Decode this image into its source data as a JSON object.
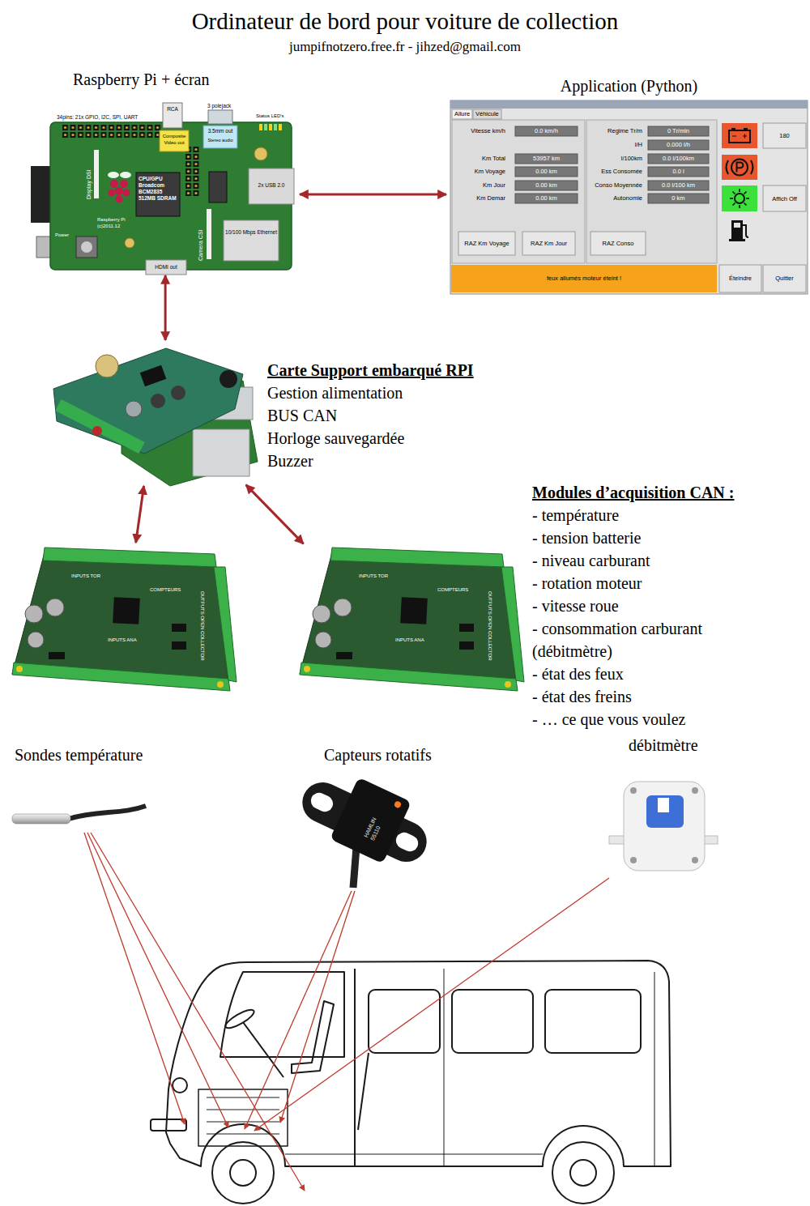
{
  "diagram": {
    "title": "Ordinateur de bord pour voiture de collection",
    "nodes": [
      {
        "text": [
          "Raspberry Pi + écran"
        ]
      },
      {
        "text": [
          "Application (Python)"
        ]
      },
      {
        "text": [
          "Carte Support embarqué RPI",
          "Gestion alimentation",
          "BUS CAN",
          "Horloge sauvegardée",
          "Buzzer"
        ]
      },
      {
        "text": [
          "INPUTS TOR",
          "COMPTEURS",
          "INPUTS ANA",
          "OUTPUTS OPEN COLLECTOR"
        ]
      },
      {
        "text": [
          "INPUTS TOR",
          "COMPTEURS",
          "INPUTS ANA",
          "OUTPUTS OPEN COLLECTOR"
        ]
      },
      {
        "text": [
          "Sondes température"
        ]
      },
      {
        "text": [
          "Capteurs rotatifs",
          "HAMLIN 55110"
        ]
      },
      {
        "text": [
          "débitmètre"
        ]
      }
    ],
    "edges": [
      {
        "from": 0,
        "to": 1,
        "arrow": "both"
      },
      {
        "from": 0,
        "to": 2,
        "arrow": "both"
      },
      {
        "from": 2,
        "to": 3,
        "arrow": "both"
      },
      {
        "from": 2,
        "to": 4,
        "arrow": "both"
      }
    ],
    "labels": [
      "jumpifnotzero.free.fr - jihzed@gmail.com",
      "34pins: 21x GPIO, I2C, SPI, UART",
      "RCA",
      "3 polejack",
      "Status LED's",
      "Composite Video out",
      "3.5mm out",
      "Stereo audio",
      "CPU/GPU Broadcom BCM2835 512MB SDRAM",
      "Raspberry Pi (c)2011.12",
      "Display DSI",
      "Camera CSI",
      "2x USB 2.0",
      "10/100 Mbps Ethernet",
      "HDMI out",
      "Power",
      "Allure",
      "Véhicule",
      "Vitesse km/h",
      "0.0 km/h",
      "Km Total",
      "53957 km",
      "Km Voyage",
      "0.00 km",
      "Km Jour",
      "0.00 km",
      "Km Demar",
      "0.00 km",
      "RAZ Km Voyage",
      "RAZ Km Jour",
      "Regime Tr/m",
      "0 Tr/min",
      "l/H",
      "0.000 l/h",
      "l/100km",
      "0.0 l/100km",
      "Ess Consomée",
      "0.0 l",
      "Conso Moyennée",
      "0.0 l/100 km",
      "Autonomie",
      "0 km",
      "RAZ Conso",
      "180",
      "Affich Off",
      "feux allumés moteur éteint !",
      "Éteindre",
      "Quitter",
      "Modules d’acquisition CAN :",
      "- température",
      "- tension batterie",
      "- niveau carburant",
      "- rotation moteur",
      "- vitesse roue",
      "- consommation carburant (débitmètre)",
      "- état des feux",
      "- état des freins",
      "- … ce que vous voulez"
    ]
  }
}
